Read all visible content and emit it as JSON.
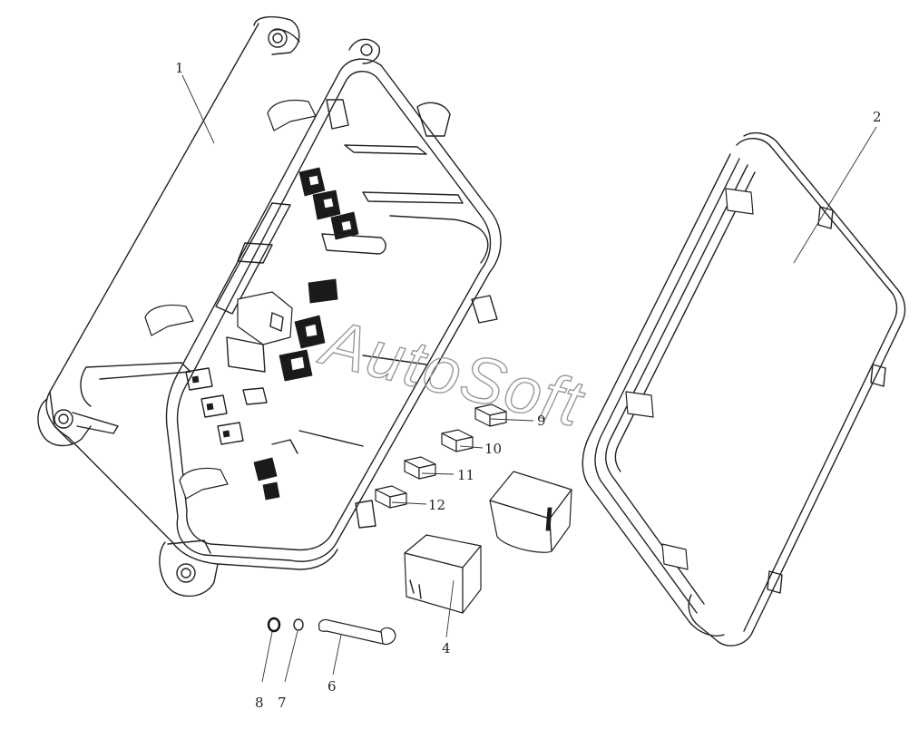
{
  "diagram": {
    "watermark": "AutoSoft",
    "callouts": [
      {
        "id": "c1",
        "label": "1"
      },
      {
        "id": "c2",
        "label": "2"
      },
      {
        "id": "c4",
        "label": "4"
      },
      {
        "id": "c6",
        "label": "6"
      },
      {
        "id": "c7",
        "label": "7"
      },
      {
        "id": "c8",
        "label": "8"
      },
      {
        "id": "c9",
        "label": "9"
      },
      {
        "id": "c10",
        "label": "10"
      },
      {
        "id": "c11",
        "label": "11"
      },
      {
        "id": "c12",
        "label": "12"
      }
    ]
  }
}
